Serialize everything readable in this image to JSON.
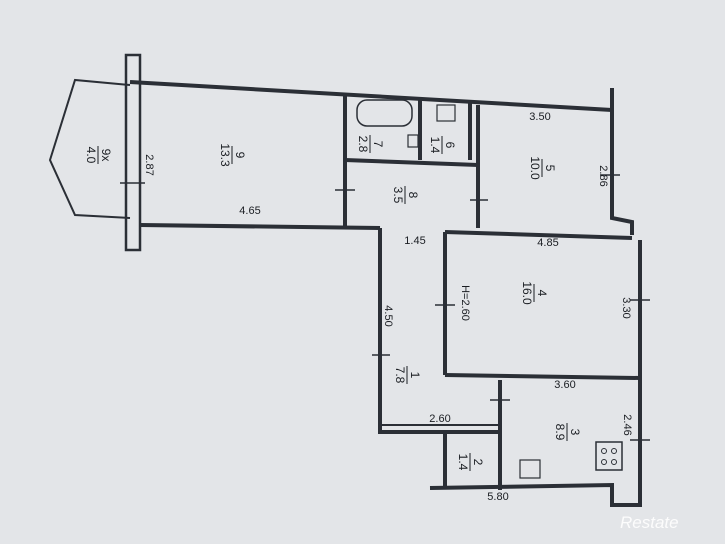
{
  "rooms": {
    "r9x": {
      "no": "9x",
      "area": "4.0"
    },
    "r9": {
      "no": "9",
      "area": "13.3"
    },
    "r7": {
      "no": "7",
      "area": "2.8"
    },
    "r6": {
      "no": "6",
      "area": "1.4"
    },
    "r5": {
      "no": "5",
      "area": "10.0"
    },
    "r8": {
      "no": "8",
      "area": "3.5"
    },
    "r4": {
      "no": "4",
      "area": "16.0"
    },
    "r1": {
      "no": "1",
      "area": "7.8"
    },
    "r3": {
      "no": "3",
      "area": "8.9"
    },
    "r2": {
      "no": "2",
      "area": "1.4"
    }
  },
  "dims": {
    "d287": "2.87",
    "d350": "3.50",
    "d286": "2.86",
    "d465": "4.65",
    "d145": "1.45",
    "d485": "4.85",
    "d450": "4.50",
    "d330": "3.30",
    "d360": "3.60",
    "d246": "2.46",
    "d260": "2.60",
    "d580": "5.80"
  },
  "height_label": "H=2.60",
  "watermark": "Restate"
}
